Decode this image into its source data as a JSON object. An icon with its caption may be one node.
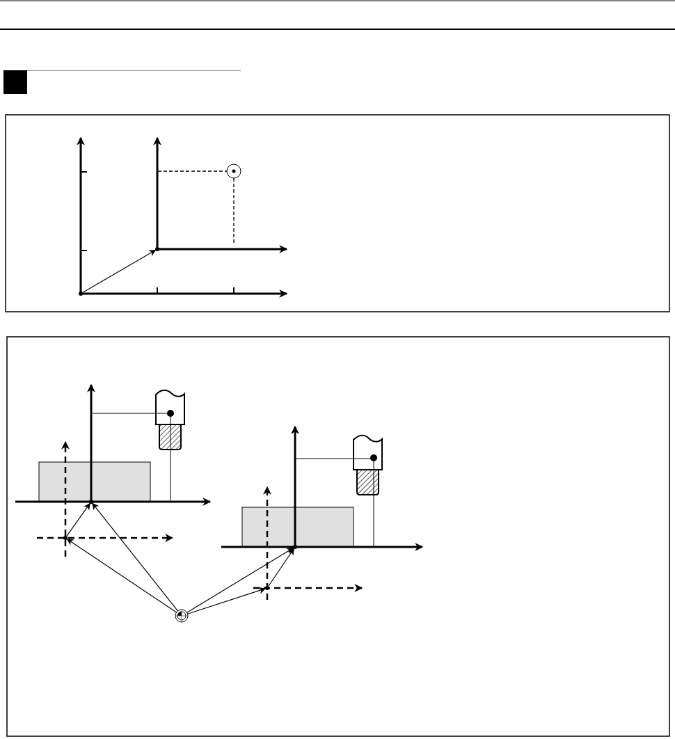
{
  "diagram": {
    "nodes": [
      {
        "text": [],
        "shape": "circle"
      },
      {
        "text": [],
        "shape": "circle"
      },
      {
        "text": [],
        "shape": "circle"
      },
      {
        "text": [],
        "shape": "circle"
      },
      {
        "text": [],
        "shape": "circle"
      },
      {
        "text": [],
        "shape": "circle"
      },
      {
        "text": [],
        "shape": "circle"
      }
    ],
    "edges": [
      {
        "from": 0,
        "to": 1,
        "arrow": "to"
      },
      {
        "from": 6,
        "to": 3,
        "arrow": "to"
      },
      {
        "from": 6,
        "to": 2,
        "arrow": "to"
      },
      {
        "from": 6,
        "to": 4,
        "arrow": "to"
      },
      {
        "from": 6,
        "to": 5,
        "arrow": "to"
      },
      {
        "from": 3,
        "to": 2,
        "arrow": "to"
      },
      {
        "from": 5,
        "to": 4,
        "arrow": "to"
      }
    ]
  }
}
